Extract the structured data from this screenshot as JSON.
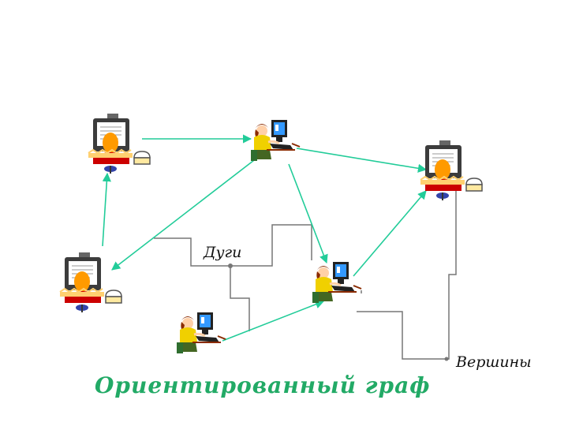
{
  "labels": {
    "arcs": "Дуги",
    "vertices": "Вершины",
    "title": "Ориентированный граф"
  },
  "colors": {
    "arc": "#22cc99",
    "title": "#22aa66",
    "pointer": "#777777"
  },
  "nodes": [
    {
      "id": "n1",
      "kind": "monitor-operator"
    },
    {
      "id": "n2",
      "kind": "desk-worker"
    },
    {
      "id": "n3",
      "kind": "monitor-operator"
    },
    {
      "id": "n4",
      "kind": "monitor-operator"
    },
    {
      "id": "n5",
      "kind": "desk-worker"
    },
    {
      "id": "n6",
      "kind": "desk-worker"
    }
  ],
  "arcs": [
    {
      "from": "n1",
      "to": "n2"
    },
    {
      "from": "n2",
      "to": "n3"
    },
    {
      "from": "n2",
      "to": "n5"
    },
    {
      "from": "n5",
      "to": "n3"
    },
    {
      "from": "n6",
      "to": "n5"
    },
    {
      "from": "n4",
      "to": "n1"
    },
    {
      "from": "n2",
      "to": "n4"
    }
  ]
}
